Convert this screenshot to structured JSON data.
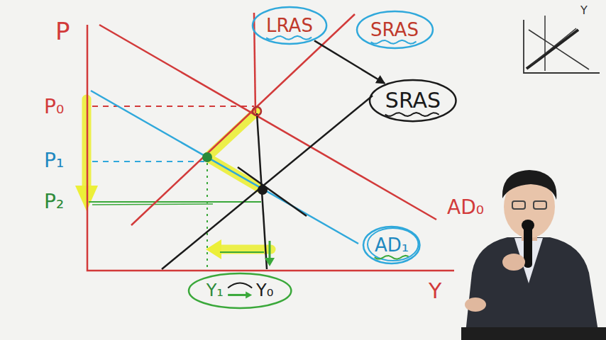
{
  "diagram": {
    "nodes": [
      {
        "text": [
          "LRAS"
        ]
      },
      {
        "text": [
          "SRAS"
        ]
      },
      {
        "text": [
          "SRAS"
        ]
      },
      {
        "text": [
          "AD₁"
        ]
      },
      {
        "text": [
          "Y₁",
          "Y₀"
        ]
      }
    ],
    "edges": [
      {
        "from": 0,
        "to": 2,
        "arrow": "to"
      }
    ],
    "labels": [
      "P",
      "P₀",
      "P₁",
      "P₂",
      "AD₀",
      "Y",
      "Y"
    ]
  }
}
